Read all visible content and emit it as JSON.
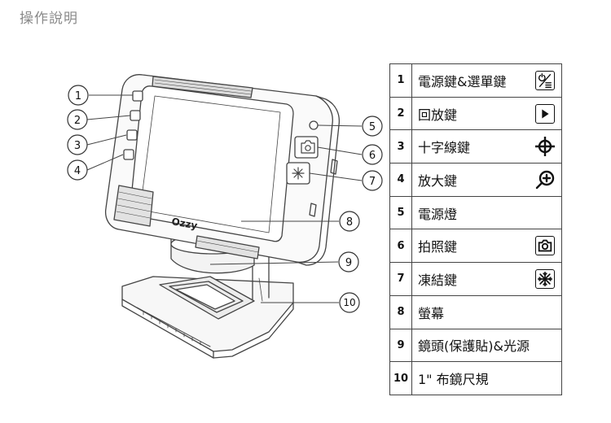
{
  "page": {
    "title": "操作說明"
  },
  "callouts": [
    "1",
    "2",
    "3",
    "4",
    "5",
    "6",
    "7",
    "8",
    "9",
    "10"
  ],
  "device": {
    "brand_logo": "Ozzy"
  },
  "legend": [
    {
      "num": "1",
      "label": "電源鍵&選單鍵",
      "icon": "power-menu-icon"
    },
    {
      "num": "2",
      "label": "回放鍵",
      "icon": "play-icon"
    },
    {
      "num": "3",
      "label": "十字線鍵",
      "icon": "crosshair-icon"
    },
    {
      "num": "4",
      "label": "放大鍵",
      "icon": "zoom-in-icon"
    },
    {
      "num": "5",
      "label": "電源燈",
      "icon": ""
    },
    {
      "num": "6",
      "label": "拍照鍵",
      "icon": "camera-icon"
    },
    {
      "num": "7",
      "label": "凍結鍵",
      "icon": "freeze-snowflake-icon"
    },
    {
      "num": "8",
      "label": "螢幕",
      "icon": ""
    },
    {
      "num": "9",
      "label": "鏡頭(保護貼)&光源",
      "icon": ""
    },
    {
      "num": "10",
      "label": "1\" 布鏡尺規",
      "icon": ""
    }
  ]
}
